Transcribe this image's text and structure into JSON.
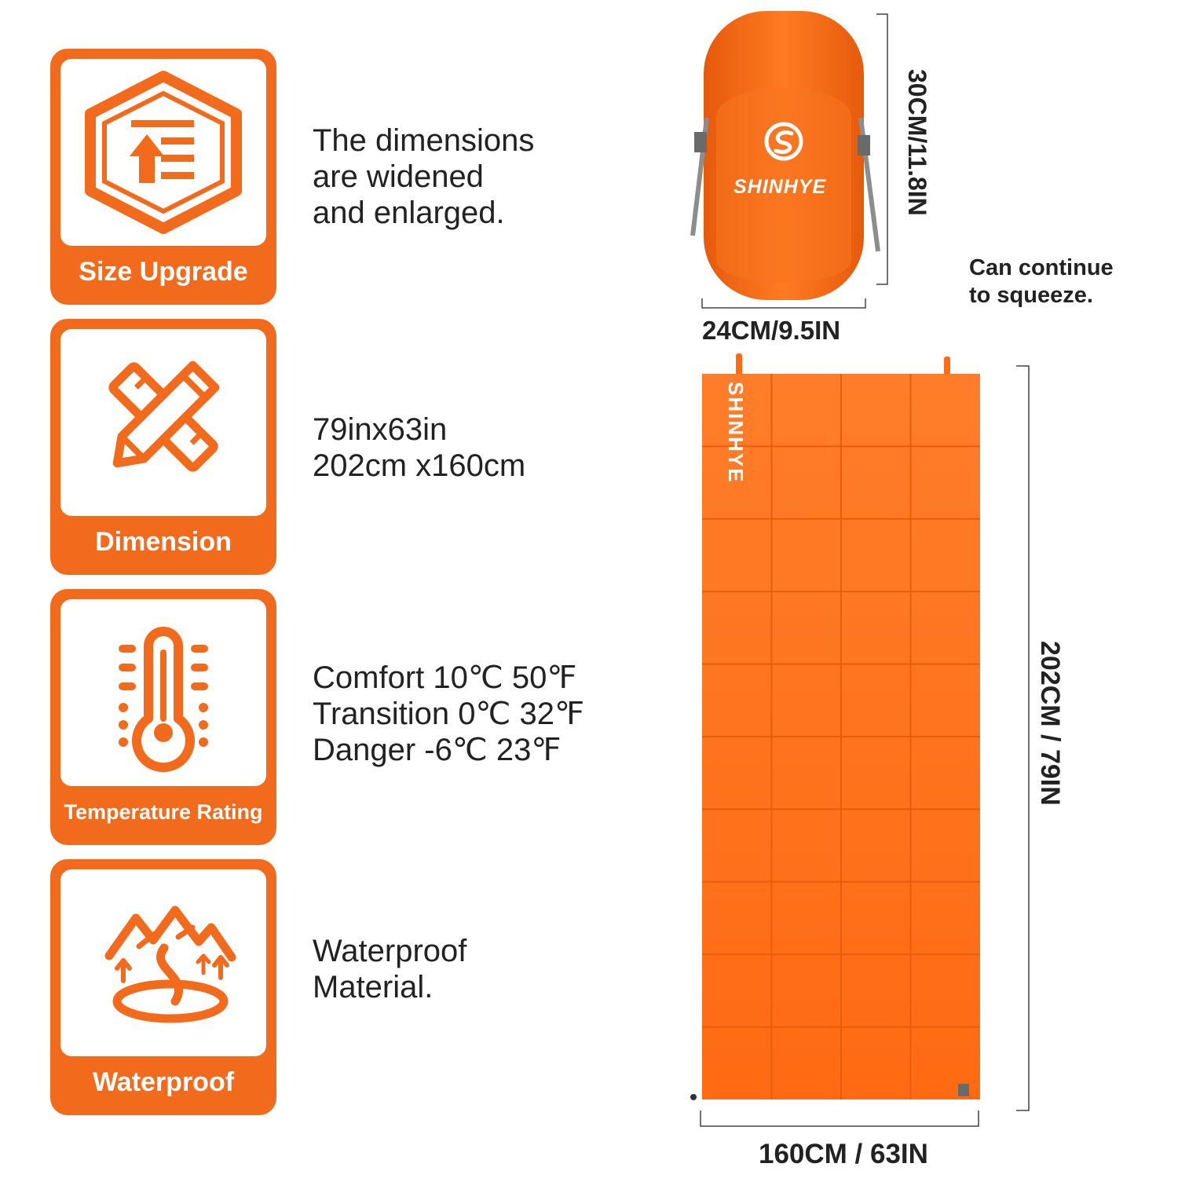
{
  "features": [
    {
      "label": "Size Upgrade",
      "icon": "size-upgrade-icon",
      "desc": [
        "The dimensions",
        "are widened",
        "and enlarged."
      ]
    },
    {
      "label": "Dimension",
      "icon": "ruler-pencil-icon",
      "desc": [
        "79inx63in",
        "202cm x160cm"
      ]
    },
    {
      "label": "Temperature Rating",
      "icon": "thermometer-icon",
      "desc": [
        "Comfort 10℃ 50℉",
        "Transition 0℃ 32℉",
        "Danger -6℃ 23℉"
      ]
    },
    {
      "label": "Waterproof",
      "icon": "mountain-river-icon",
      "desc": [
        "Waterproof",
        "Material."
      ]
    }
  ],
  "bag": {
    "brand": "SHINHYE",
    "height": "30CM/11.8IN",
    "width": "24CM/9.5IN",
    "note": [
      "Can continue",
      "to squeeze."
    ]
  },
  "blanket": {
    "brand": "SHINHYE",
    "length": "202CM / 79IN",
    "width": "160CM / 63IN"
  },
  "colors": {
    "accent": "#f26b1d",
    "product": "#ff6a12",
    "text": "#222222"
  }
}
